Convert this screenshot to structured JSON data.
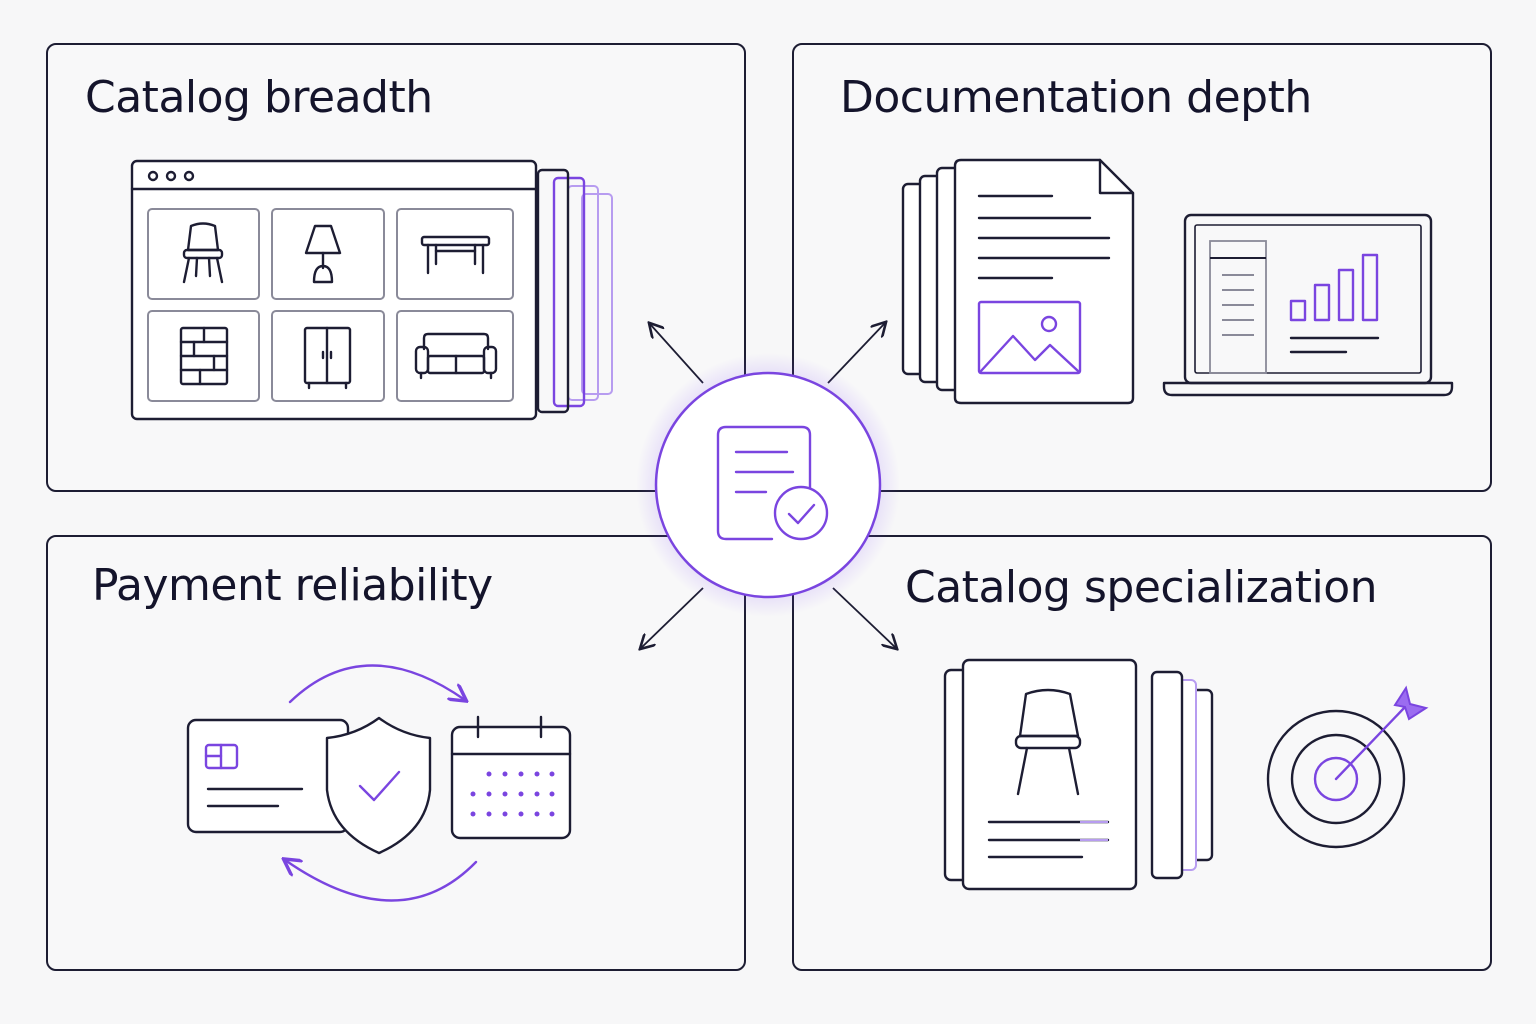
{
  "panels": {
    "catalog_breadth": {
      "title": "Catalog breadth"
    },
    "documentation_depth": {
      "title": "Documentation depth"
    },
    "payment_reliability": {
      "title": "Payment reliability"
    },
    "catalog_specialization": {
      "title": "Catalog specialization"
    }
  },
  "icons": {
    "center": "document-check-icon",
    "breadth": [
      "browser-window-icon",
      "chair-icon",
      "lamp-icon",
      "table-icon",
      "shelf-icon",
      "wardrobe-icon",
      "sofa-icon"
    ],
    "documentation": [
      "document-stack-icon",
      "image-icon",
      "laptop-icon",
      "bar-chart-icon"
    ],
    "payment": [
      "credit-card-icon",
      "shield-check-icon",
      "calendar-icon",
      "cycle-arrows-icon"
    ],
    "specialization": [
      "product-card-stack-icon",
      "chair-icon",
      "target-icon"
    ]
  },
  "colors": {
    "accent": "#7a45e0",
    "ink": "#1d1d33",
    "background": "#f7f7f8"
  }
}
